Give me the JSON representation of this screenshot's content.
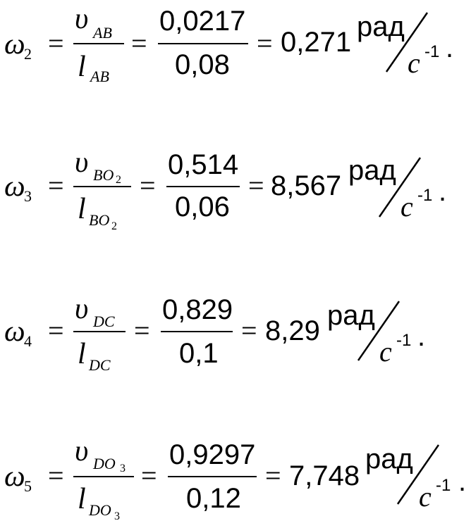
{
  "equations": [
    {
      "lhs_symbol": "ω",
      "lhs_sub": "2",
      "equals": "=",
      "num_symbol": "υ",
      "num_sub": "AB",
      "num_sub2": "",
      "den_symbol": "l",
      "den_sub": "AB",
      "den_sub2": "",
      "num_value": "0,0217",
      "den_value": "0,08",
      "result": "0,271",
      "unit_num": "рад",
      "unit_den": "с",
      "unit_exp": "-1",
      "end": "."
    },
    {
      "lhs_symbol": "ω",
      "lhs_sub": "3",
      "equals": "=",
      "num_symbol": "υ",
      "num_sub": "BO",
      "num_sub2": "2",
      "den_symbol": "l",
      "den_sub": "BO",
      "den_sub2": "2",
      "num_value": "0,514",
      "den_value": "0,06",
      "result": "8,567",
      "unit_num": "рад",
      "unit_den": "с",
      "unit_exp": "-1",
      "end": "."
    },
    {
      "lhs_symbol": "ω",
      "lhs_sub": "4",
      "equals": "=",
      "num_symbol": "υ",
      "num_sub": "DC",
      "num_sub2": "",
      "den_symbol": "l",
      "den_sub": "DC",
      "den_sub2": "",
      "num_value": "0,829",
      "den_value": "0,1",
      "result": "8,29",
      "unit_num": "рад",
      "unit_den": "с",
      "unit_exp": "-1",
      "end": "."
    },
    {
      "lhs_symbol": "ω",
      "lhs_sub": "5",
      "equals": "=",
      "num_symbol": "υ",
      "num_sub": "DO",
      "num_sub2": "3",
      "den_symbol": "l",
      "den_sub": "DO",
      "den_sub2": "3",
      "num_value": "0,9297",
      "den_value": "0,12",
      "result": "7,748",
      "unit_num": "рад",
      "unit_den": "с",
      "unit_exp": "-1",
      "end": "."
    }
  ]
}
